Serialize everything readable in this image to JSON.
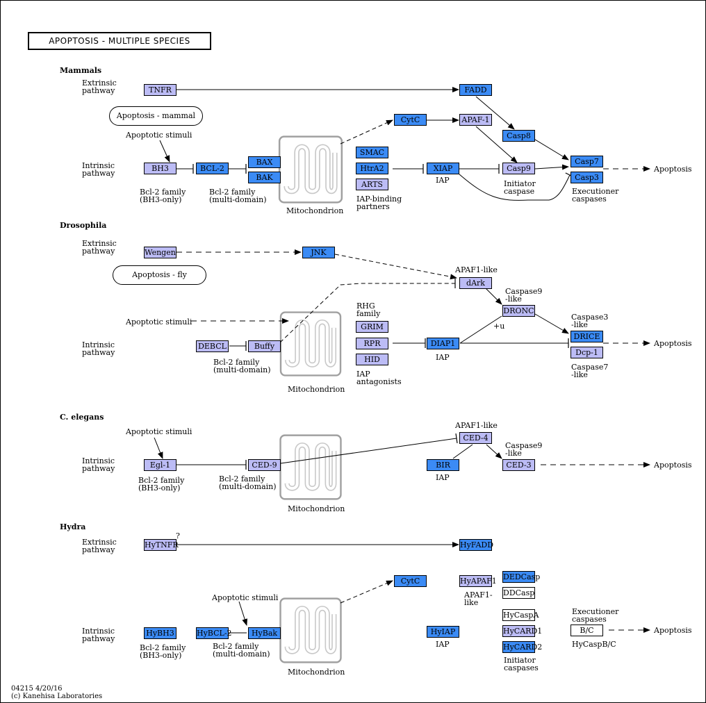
{
  "title": "APOPTOSIS  -  MULTIPLE  SPECIES",
  "footer": {
    "id": "04215 4/20/16",
    "copyright": "(c) Kanehisa Laboratories"
  },
  "sections": {
    "mammals": "Mammals",
    "drosophila": "Drosophila",
    "celegans": "C. elegans",
    "hydra": "Hydra"
  },
  "links": {
    "mammal": "Apoptosis - mammal",
    "fly": "Apoptosis - fly"
  },
  "colors": {
    "blue": "#3b8bf5",
    "lavender": "#bcbcf5",
    "white": "#ffffff",
    "mitochondrion": "#a0a0a0"
  },
  "nodes": {
    "tnfr": "TNFR",
    "fadd": "FADD",
    "cytc1": "CytC",
    "apaf1": "APAF-1",
    "casp8": "Casp8",
    "bh3": "BH3",
    "bcl2": "BCL-2",
    "bax": "BAX",
    "bak": "BAK",
    "smac": "SMAC",
    "htra2": "HtrA2",
    "arts": "ARTS",
    "xiap": "XIAP",
    "casp9": "Casp9",
    "casp7": "Casp7",
    "casp3": "Casp3",
    "wengen": "Wengen",
    "jnk": "JNK",
    "dark": "dArk",
    "dronc": "DRONC",
    "grim": "GRIM",
    "rpr": "RPR",
    "hid": "HID",
    "diap1": "DIAP1",
    "debcl": "DEBCL",
    "buffy": "Buffy",
    "drice": "DRICE",
    "dcp1": "Dcp-1",
    "egl1": "Egl-1",
    "ced9": "CED-9",
    "ced4": "CED-4",
    "bir": "BIR",
    "ced3": "CED-3",
    "hytnfr": "HyTNFR",
    "hyfadd": "HyFADD",
    "cytc2": "CytC",
    "hyapaf1": "HyAPAF1",
    "dedcasp": "DEDCasp",
    "ddcasp": "DDCasp",
    "hycaspa": "HyCaspA",
    "hycard1": "HyCARD1",
    "hycard2": "HyCARD2",
    "bc": "B/C",
    "hybh3": "HyBH3",
    "hybcl2": "HyBCL-2",
    "hybak": "HyBak",
    "hyiap": "HyIAP"
  },
  "labels": {
    "ext1": "Extrinsic\npathway",
    "int1": "Intrinsic\npathway",
    "ext2": "Extrinsic\npathway",
    "int2": "Intrinsic\npathway",
    "int3": "Intrinsic\npathway",
    "ext4": "Extrinsic\npathway",
    "int4": "Intrinsic\npathway",
    "stim1": "Apoptotic stimuli",
    "stim2": "Apoptotic stimuli",
    "stim3": "Apoptotic stimuli",
    "stim4": "Apoptotic stimuli",
    "bcl_bh3_1": "Bcl-2 family\n(BH3-only)",
    "bcl_multi_1": "Bcl-2 family\n(multi-domain)",
    "mito1": "Mitochondrion",
    "mito2": "Mitochondrion",
    "mito3": "Mitochondrion",
    "mito4": "Mitochondrion",
    "iapbind": "IAP-binding\npartners",
    "iap1": "IAP",
    "initcasp1": "Initiator\ncaspase",
    "execcasp1": "Executioner\ncaspases",
    "apop1": "Apoptosis",
    "apop2": "Apoptosis",
    "apop3": "Apoptosis",
    "apop4": "Apoptosis",
    "apaf_like2": "APAF1-like",
    "casp9like2": "Caspase9\n-like",
    "plusu": "+u",
    "rhg": "RHG\nfamily",
    "iapant": "IAP\nantagonists",
    "iap2": "IAP",
    "bcl_multi_2": "Bcl-2 family\n(multi-domain)",
    "casp3like": "Caspase3\n-like",
    "casp7like": "Caspase7\n-like",
    "apaf_like3": "APAF1-like",
    "casp9like3": "Caspase9\n-like",
    "iap3": "IAP",
    "bcl_bh3_3": "Bcl-2 family\n(BH3-only)",
    "bcl_multi_3": "Bcl-2 family\n(multi-domain)",
    "qmark": "?",
    "apaf_like4": "APAF1-\nlike",
    "execcasp4": "Executioner\ncaspases",
    "hycaspbc": "HyCaspB/C",
    "initcasp4": "Initiator\ncaspases",
    "iap4": "IAP",
    "bcl_bh3_4": "Bcl-2 family\n(BH3-only)",
    "bcl_multi_4": "Bcl-2 family\n(multi-domain)"
  }
}
